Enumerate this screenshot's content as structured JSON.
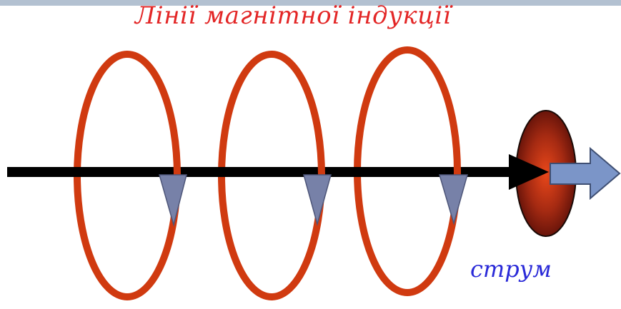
{
  "diagram": {
    "title": "Лінії магнітної індукції",
    "current_label": "струм"
  },
  "colors": {
    "background": "#ffffff",
    "top_bar": "#b3c1d1",
    "field_line": "#d03a10",
    "wire": "#000000",
    "direction_marker": "#7781a8",
    "current_arrow": "#7b95c8",
    "conductor_center": "#e8471a",
    "conductor_edge": "#5a0f08",
    "title_text": "#e32626",
    "label_text": "#2a2ad8"
  },
  "icons": {
    "field_loop": "field-line-loop",
    "direction_marker": "down-triangle-marker",
    "current_direction": "right-block-arrow",
    "conductor": "conductor-cross-section"
  }
}
